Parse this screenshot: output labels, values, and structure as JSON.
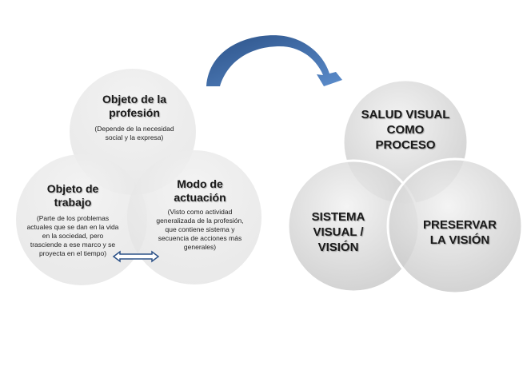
{
  "left_diagram": {
    "circles": [
      {
        "title": "Objeto de la profesión",
        "subtitle": "(Depende de la necesidad social y la expresa)"
      },
      {
        "title": "Objeto de trabajo",
        "subtitle": "(Parte de los problemas actuales que se dan en la vida en la sociedad, pero trasciende a ese marco y se proyecta en el tiempo)"
      },
      {
        "title": "Modo de actuación",
        "subtitle": "(Visto como actividad generalizada de la profesión, que contiene sistema y secuencia de acciones más generales)"
      }
    ]
  },
  "right_diagram": {
    "circles": [
      {
        "title": "SALUD VISUAL COMO PROCESO"
      },
      {
        "title": "SISTEMA VISUAL / VISIÓN"
      },
      {
        "title": "PRESERVAR LA VISIÓN"
      }
    ]
  },
  "colors": {
    "arrow": "#4a78b4",
    "arrow_dark": "#2c5288",
    "circle": "#e6e6e6"
  }
}
